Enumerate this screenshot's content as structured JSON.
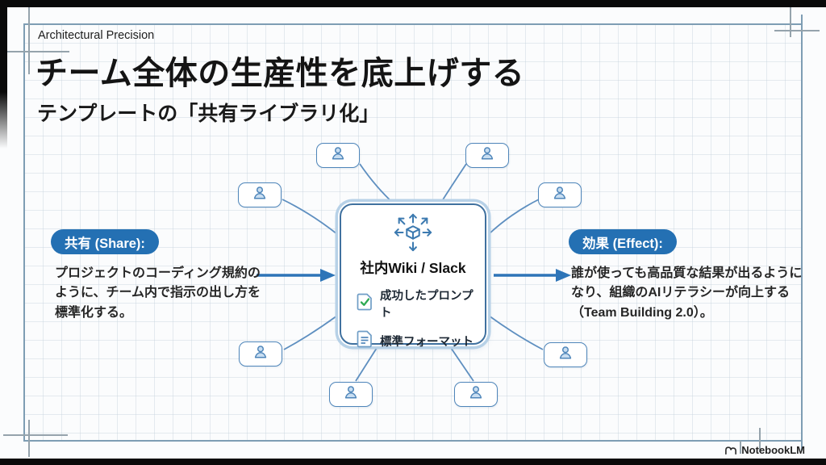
{
  "page": {
    "eyebrow": "Architectural Precision",
    "title": "チーム全体の生産性を底上げする",
    "subtitle": "テンプレートの「共有ライブラリ化」"
  },
  "share": {
    "badge": "共有 (Share):",
    "text": "プロジェクトのコーディング規約のように、チーム内で指示の出し方を標準化する。"
  },
  "effect": {
    "badge": "効果 (Effect):",
    "text": "誰が使っても高品質な結果が出るようになり、組織のAIリテラシーが向上する（Team Building 2.0）。"
  },
  "hub": {
    "icon": "cube-share-icon",
    "title": "社内Wiki / Slack",
    "items": [
      {
        "icon": "document-check-icon",
        "label": "成功したプロンプト"
      },
      {
        "icon": "document-lines-icon",
        "label": "標準フォーマット"
      }
    ]
  },
  "diagram": {
    "person_node_count": 8,
    "node_icon": "person-icon"
  },
  "footer": {
    "brand": "NotebookLM"
  },
  "colors": {
    "badge_blue": "#2470b3",
    "arrow_blue": "#2e75b8",
    "connector_blue": "#5e8fc0",
    "node_border": "#4f86ba",
    "frame_blue": "#7e9db4",
    "frame_gray": "#95a3ac",
    "hub_border_inner": "#40719f",
    "hub_border_outer": "#b7d1e7",
    "check_green": "#2faa53"
  }
}
